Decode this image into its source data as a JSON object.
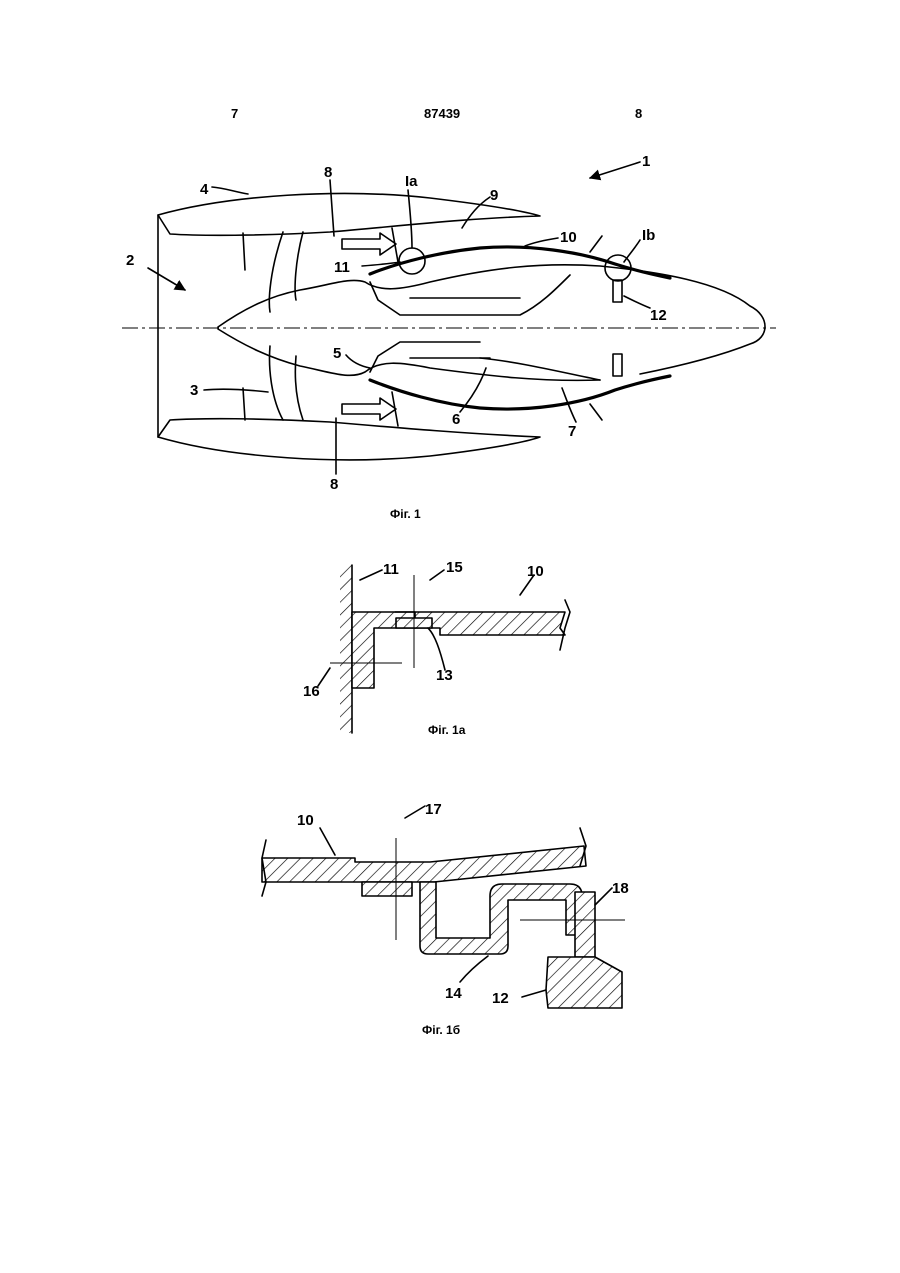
{
  "header": {
    "left_page": "7",
    "patent_number": "87439",
    "right_page": "8"
  },
  "fig1": {
    "caption": "Фіг. 1",
    "labels": {
      "l1": "1",
      "l2": "2",
      "l3": "3",
      "l4": "4",
      "l5": "5",
      "l6": "6",
      "l7": "7",
      "l8a": "8",
      "l8b": "8",
      "l9": "9",
      "l10": "10",
      "l11": "11",
      "l12": "12",
      "la": "Ia",
      "lb": "Ib"
    }
  },
  "fig1a": {
    "caption": "Фіг. 1а",
    "labels": {
      "l10": "10",
      "l11": "11",
      "l13": "13",
      "l15": "15",
      "l16": "16"
    }
  },
  "fig1b": {
    "caption": "Фіг. 1б",
    "labels": {
      "l10": "10",
      "l12": "12",
      "l14": "14",
      "l17": "17",
      "l18": "18"
    }
  }
}
